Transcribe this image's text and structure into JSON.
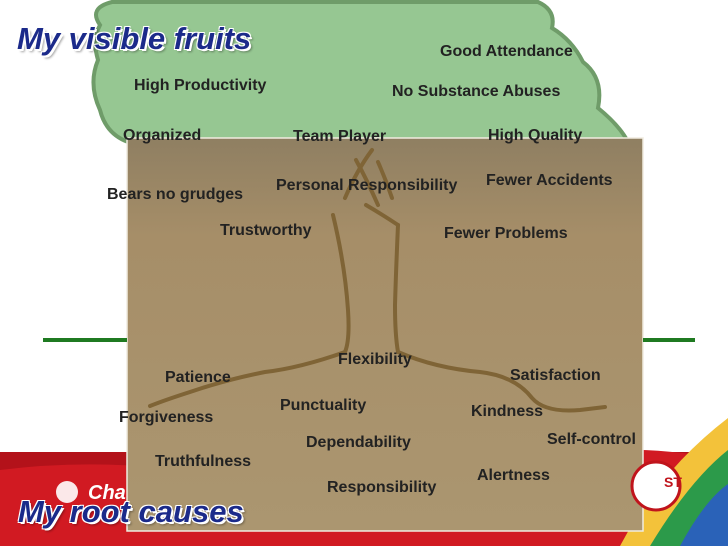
{
  "headings": {
    "fruits": "My visible fruits",
    "roots": "My root causes"
  },
  "fruits": [
    "Good Attendance",
    "High Productivity",
    "No Substance Abuses",
    "Organized",
    "Team Player",
    "High Quality",
    "Personal Responsibility",
    "Fewer Accidents",
    "Bears no grudges",
    "Trustworthy",
    "Fewer Problems"
  ],
  "roots": [
    "Flexibility",
    "Patience",
    "Satisfaction",
    "Punctuality",
    "Kindness",
    "Forgiveness",
    "Self-control",
    "Dependability",
    "Truthfulness",
    "Alertness",
    "Responsibility"
  ],
  "logo": {
    "text": "Cha",
    "badge": "ST"
  },
  "colors": {
    "canopy": "#96c792",
    "canopy_edge": "#6f9c69",
    "soil": "#a58d66",
    "trunk": "#7f6436",
    "ground_line": "#1f7a21",
    "heading": "#1b2a8a",
    "banner": "#c0141c"
  }
}
